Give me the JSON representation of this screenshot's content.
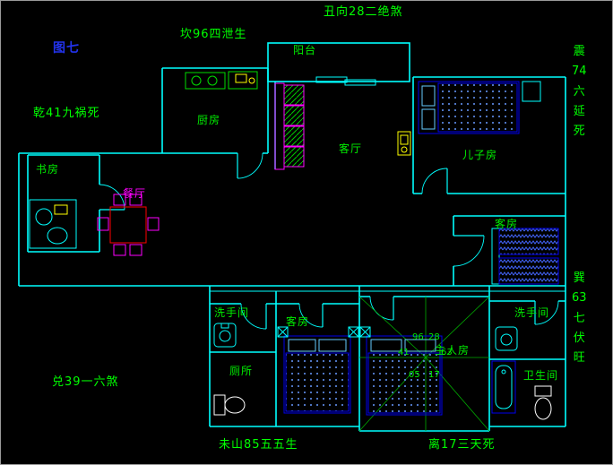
{
  "figure_label": "图七",
  "fengshui": {
    "top_center": "丑向28二绝煞",
    "top_left": "坎96四泄生",
    "left_upper": "乾41九祸死",
    "left_lower": "兑39一六煞",
    "bottom_center": "未山85五五生",
    "bottom_right": "离17三天死",
    "right_upper": [
      "震",
      "74",
      "六",
      "延",
      "死"
    ],
    "right_lower": [
      "巽",
      "63",
      "七",
      "伏",
      "旺"
    ]
  },
  "rooms": {
    "balcony": "阳台",
    "kitchen": "厨房",
    "living_room": "客厅",
    "son_room": "儿子房",
    "study": "书房",
    "dining_room": "餐厅",
    "guest_room_upper": "客房",
    "washroom_left": "洗手间",
    "toilet": "厕所",
    "guest_room_lower": "客房",
    "master_room": "主人房",
    "washroom_right": "洗手间",
    "bathroom": "卫生间"
  },
  "compass": {
    "numbers": [
      "96",
      "28",
      "41",
      "63",
      "05",
      "17"
    ]
  },
  "colors": {
    "wall": "#00ffff",
    "label": "#00ee00",
    "figure_label": "#2233ee",
    "bed": "#0000ee",
    "sofa": "#ff00ff",
    "table": "#ff0000",
    "accent": "#ffff00",
    "background": "#000000"
  }
}
